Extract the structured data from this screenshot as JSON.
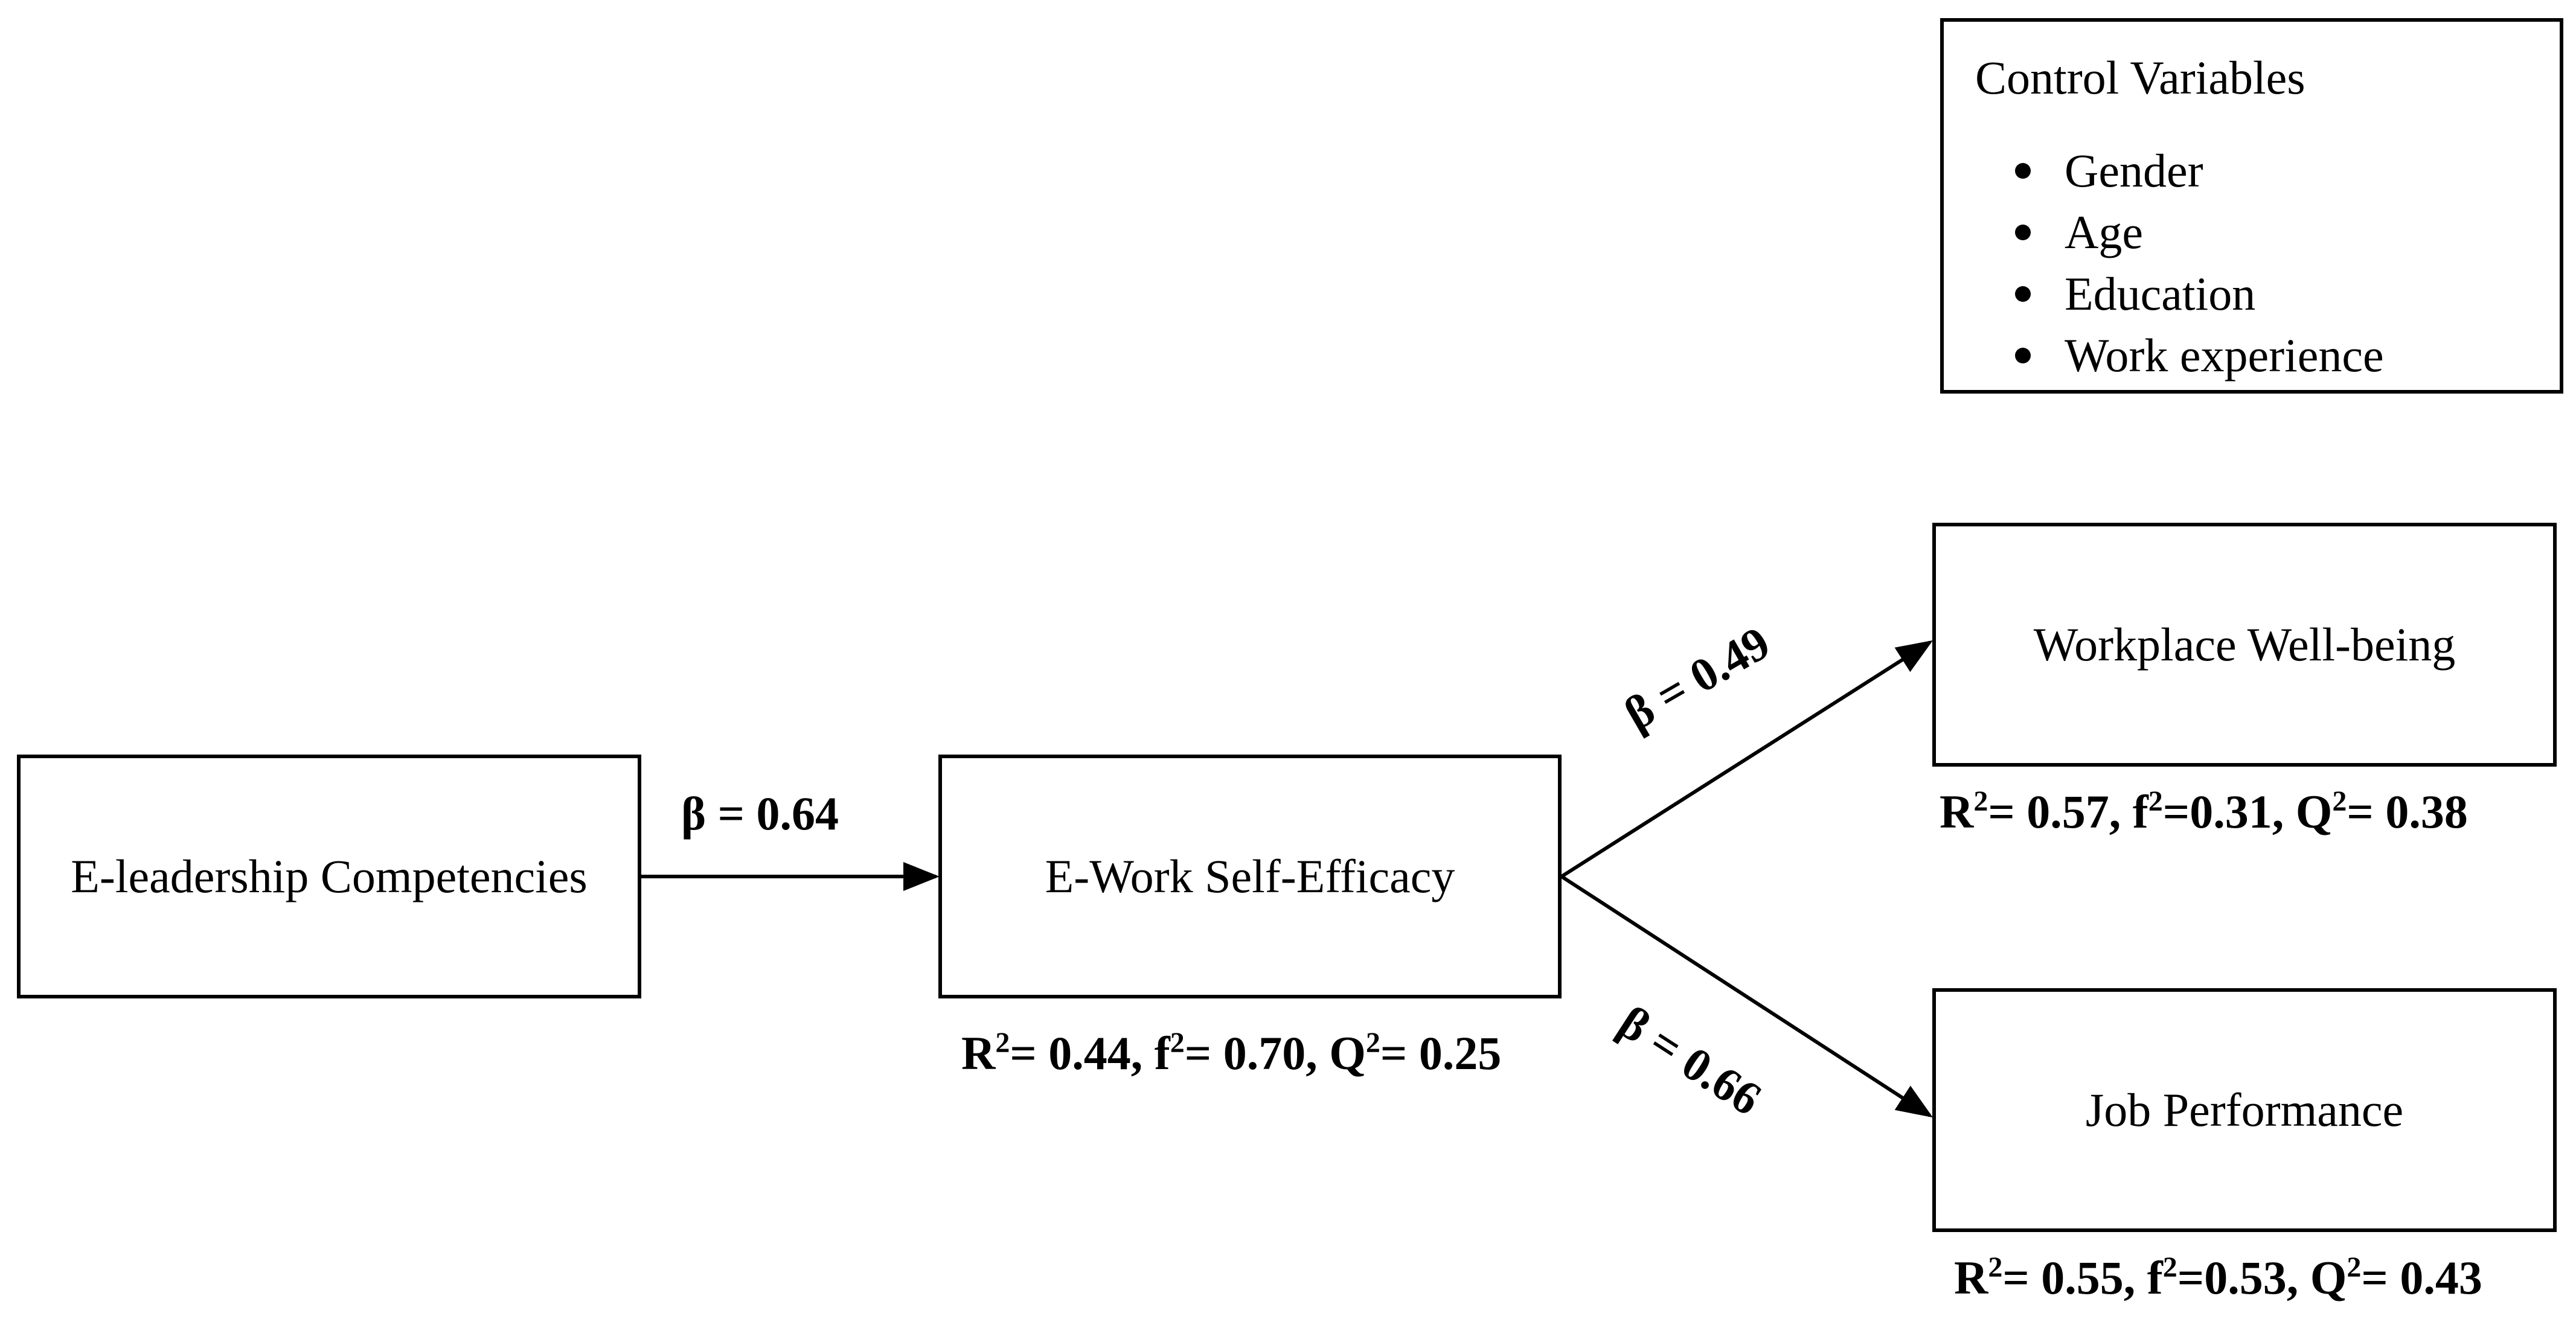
{
  "nodes": {
    "eleadership": {
      "label": "E-leadership Competencies"
    },
    "eworkse": {
      "label": "E-Work Self-Efficacy",
      "r2": "0.44",
      "f2": "0.70",
      "q2": "0.25"
    },
    "wellbeing": {
      "label": "Workplace Well-being",
      "r2": "0.57",
      "f2": "0.31",
      "q2": "0.38"
    },
    "jobperf": {
      "label": "Job Performance",
      "r2": "0.55",
      "f2": "0.53",
      "q2": "0.43"
    }
  },
  "paths": [
    {
      "from": "eleadership",
      "to": "eworkse",
      "label": "β = 0.64"
    },
    {
      "from": "eworkse",
      "to": "wellbeing",
      "label": "β = 0.49"
    },
    {
      "from": "eworkse",
      "to": "jobperf",
      "label": "β = 0.66"
    }
  ],
  "control_variables": {
    "title": "Control Variables",
    "items": [
      "Gender",
      "Age",
      "Education",
      "Work experience"
    ]
  },
  "stat_labels": {
    "r": "R",
    "f": "f",
    "q": "Q",
    "sup": "2"
  }
}
